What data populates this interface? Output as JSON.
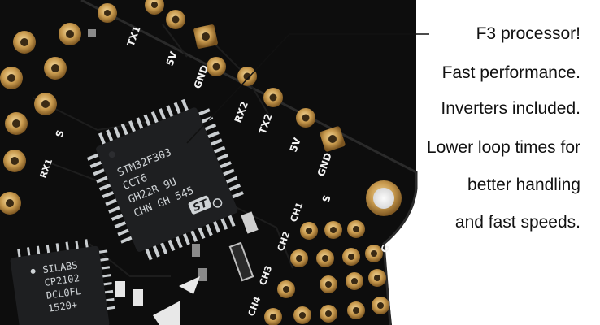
{
  "captions": [
    "F3 processor!",
    "Fast performance.",
    "Inverters included.",
    "Lower loop times for",
    "better handling",
    "and fast speeds."
  ],
  "board": {
    "silkscreen": {
      "tx1": "TX1",
      "5v_a": "5V",
      "gnd_a": "GND",
      "rx2": "RX2",
      "tx2": "TX2",
      "5v_b": "5V",
      "gnd_b": "GND",
      "s_a": "S",
      "s_b": "S",
      "ch1": "CH1",
      "ch2": "CH2",
      "ch3": "CH3",
      "ch4": "CH4",
      "rx1": "RX1",
      "g": "G"
    },
    "mcu_markings": [
      "STM32F303",
      "CCT6",
      "GH22R  9U",
      "CHN GH 545"
    ],
    "usb_chip_markings": [
      "SILABS",
      "CP2102",
      "DCL0FL",
      "1520+"
    ]
  },
  "colors": {
    "pcb": "#0d0d0d",
    "gold_pad": "#c89a4e",
    "silkscreen": "#f2f2f2",
    "chip": "#1e1f21",
    "pin": "#c9cdd0",
    "leader_line": "#111111",
    "caption_text": "#111111"
  }
}
